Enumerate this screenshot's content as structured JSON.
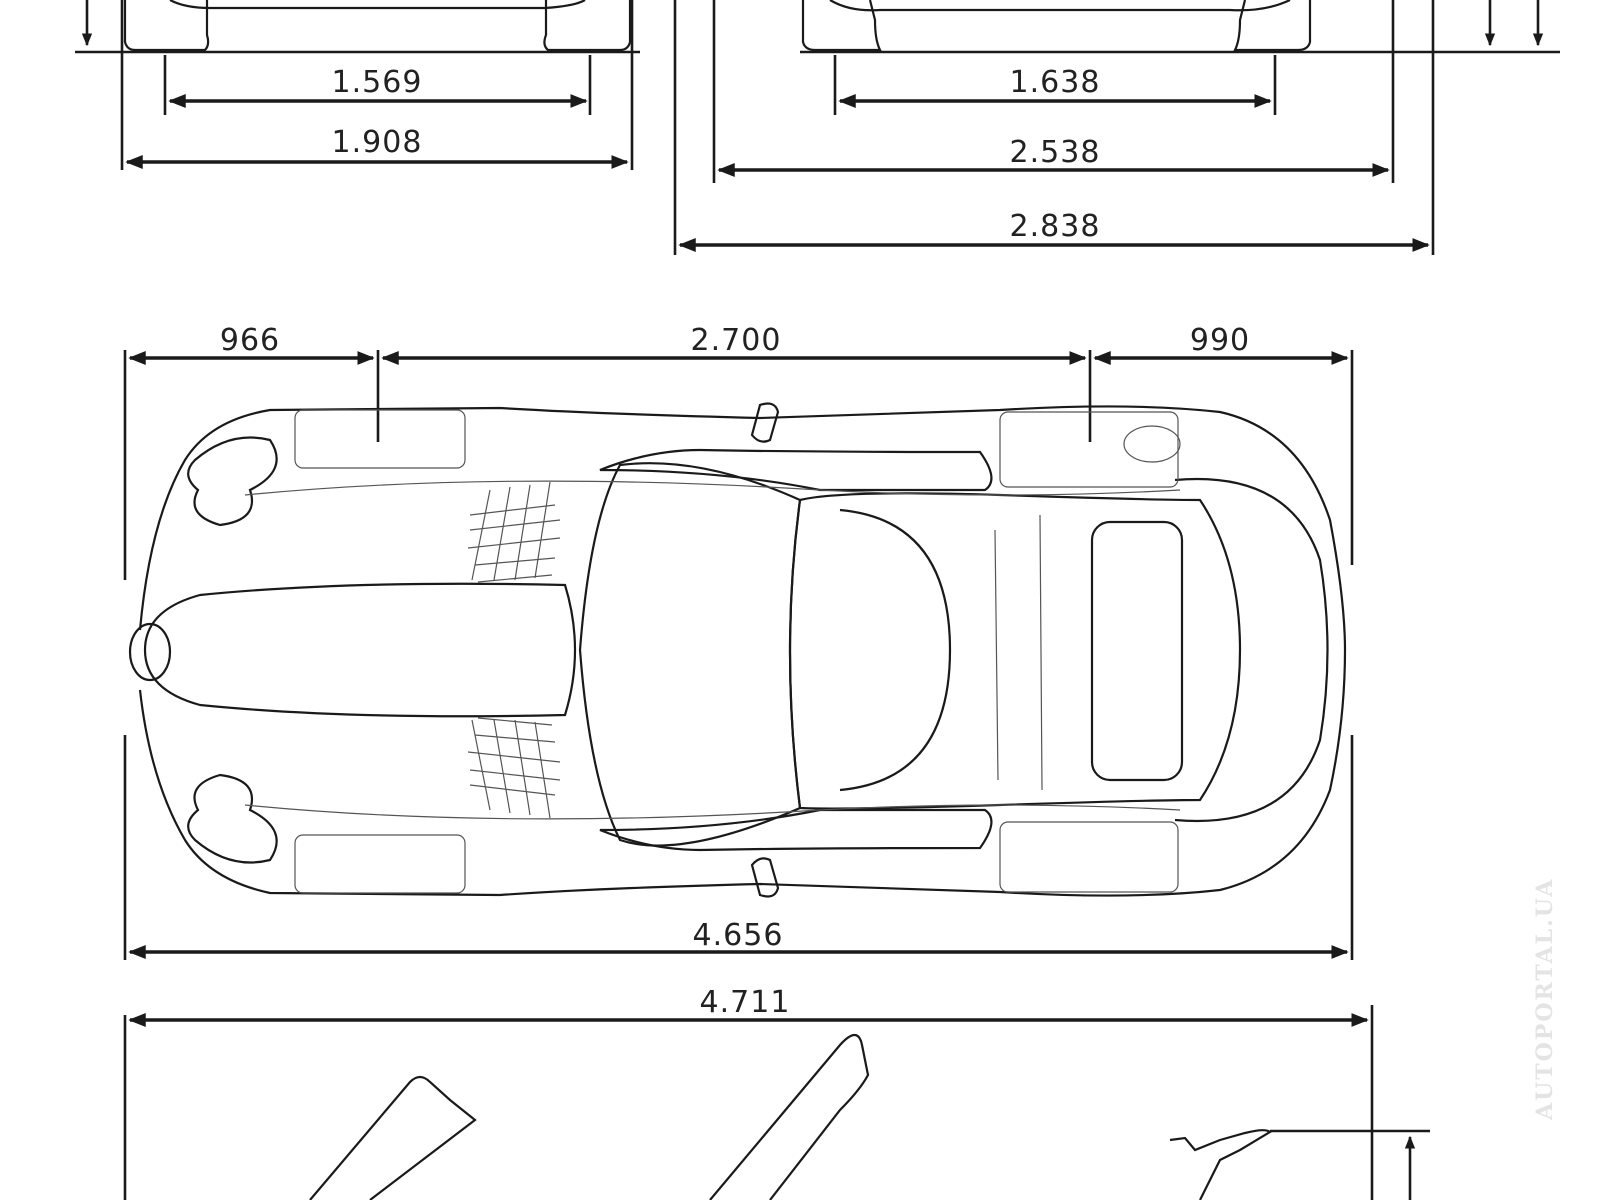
{
  "dimensions": {
    "front_track": "1.569",
    "front_width": "1.908",
    "rear_track": "1.638",
    "width_mirrors": "2.538",
    "width_doors_open": "2.838",
    "front_overhang": "966",
    "wheelbase": "2.700",
    "rear_overhang": "990",
    "length": "4.656",
    "length_open": "4.711"
  },
  "watermark": "AUTOPORTAL.UA"
}
